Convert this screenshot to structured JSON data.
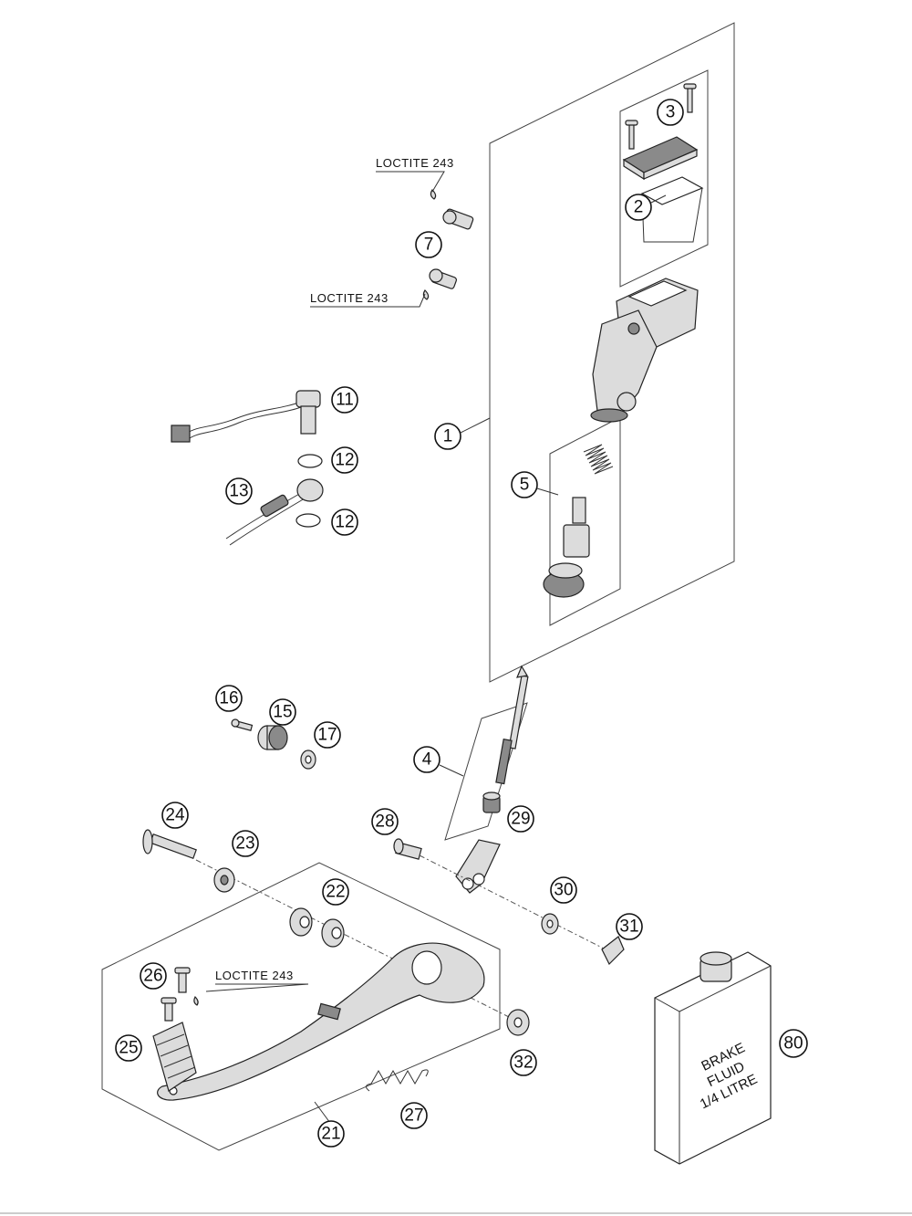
{
  "loctite_labels": [
    "LOCTITE 243",
    "LOCTITE 243",
    "LOCTITE 243"
  ],
  "callouts": {
    "c1": "1",
    "c2": "2",
    "c3": "3",
    "c4": "4",
    "c5": "5",
    "c7": "7",
    "c11": "11",
    "c12a": "12",
    "c12b": "12",
    "c13": "13",
    "c15": "15",
    "c16": "16",
    "c17": "17",
    "c21": "21",
    "c22": "22",
    "c23": "23",
    "c24": "24",
    "c25": "25",
    "c26": "26",
    "c27": "27",
    "c28": "28",
    "c29": "29",
    "c30": "30",
    "c31": "31",
    "c32": "32",
    "c80": "80"
  },
  "bottle_label": [
    "BRAKE",
    "FLUID",
    "1/4 LITRE"
  ]
}
